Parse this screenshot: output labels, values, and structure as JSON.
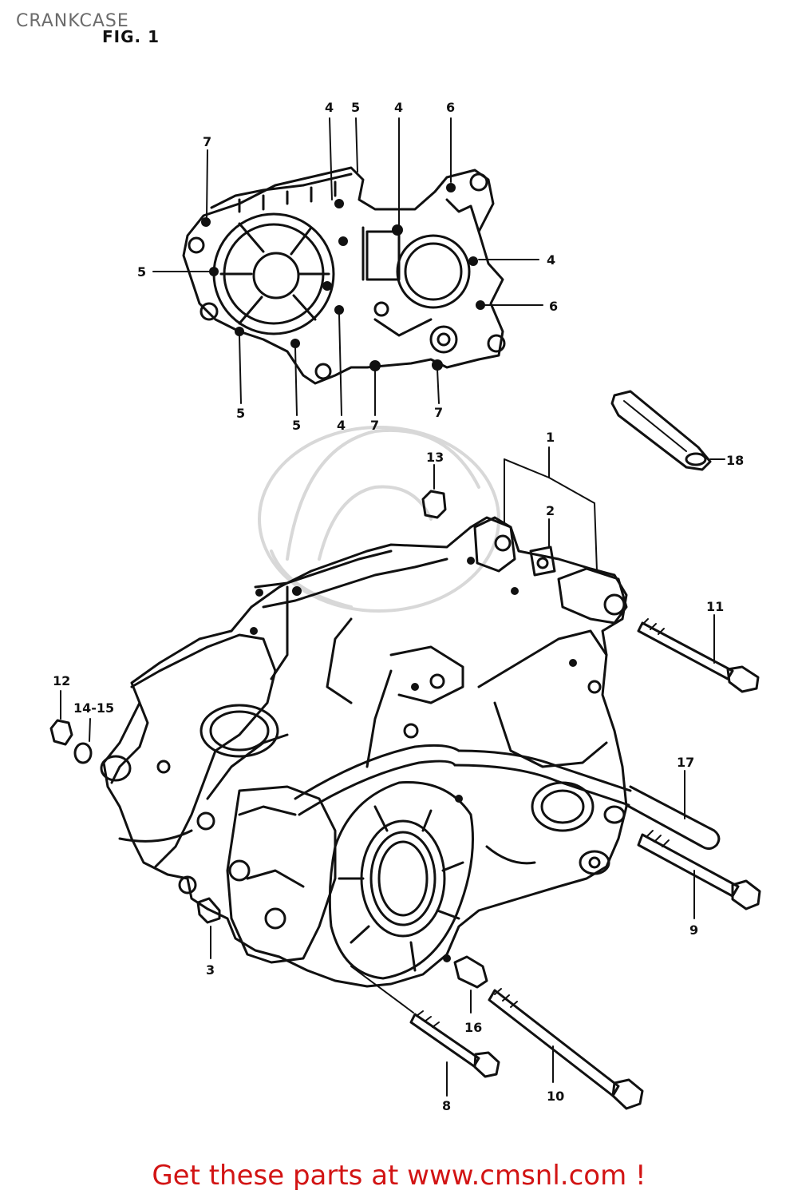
{
  "header": {
    "title": "CRANKCASE",
    "figure_label": "FIG. 1"
  },
  "callouts": {
    "c4a": "4",
    "c5a": "5",
    "c4b": "4",
    "c6a": "6",
    "c7a": "7",
    "c5b": "5",
    "c4c": "4",
    "c6b": "6",
    "c5c": "5",
    "c5d": "5",
    "c4d": "4",
    "c7b": "7",
    "c7c": "7",
    "c1": "1",
    "c2": "2",
    "c13": "13",
    "c18": "18",
    "c11": "11",
    "c12": "12",
    "c1415": "14-15",
    "c17": "17",
    "c9": "9",
    "c3": "3",
    "c16": "16",
    "c8": "8",
    "c10": "10"
  },
  "footer": {
    "link_text": "Get these parts at www.cmsnl.com !",
    "link_color": "#d21414"
  }
}
